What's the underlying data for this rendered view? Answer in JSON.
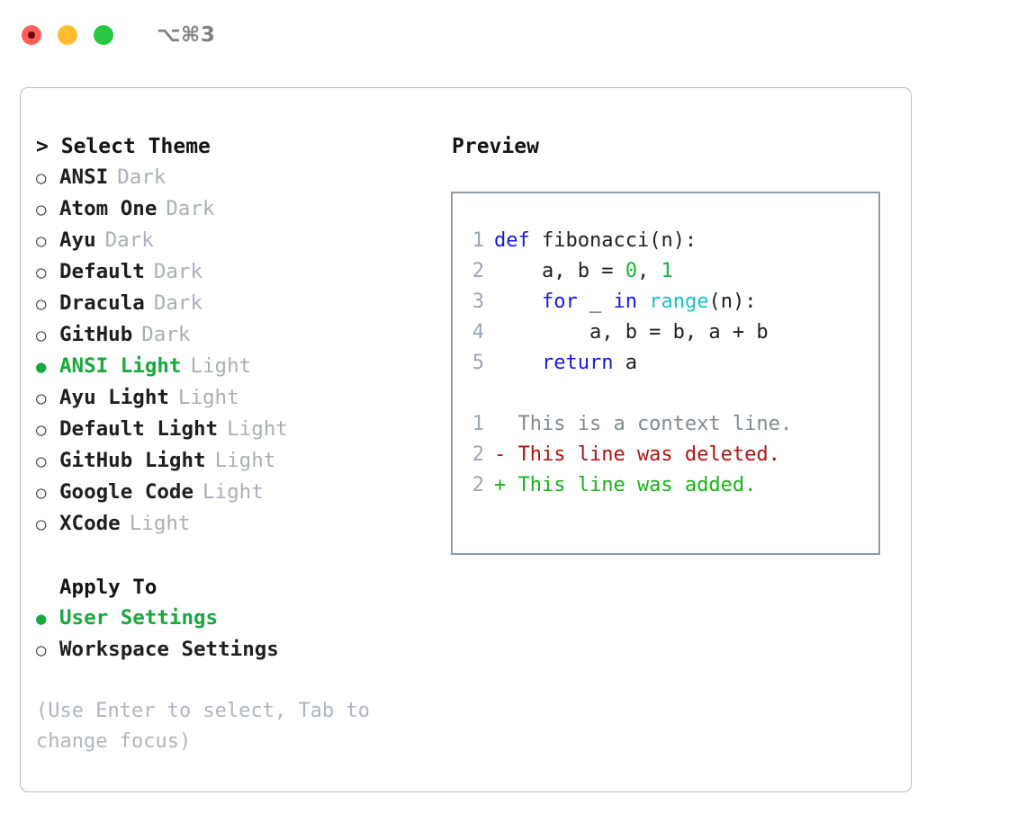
{
  "titlebar": {
    "shortcut": "⌥⌘3",
    "buttons": [
      {
        "name": "close",
        "color": "#ff6159"
      },
      {
        "name": "minimize",
        "color": "#ffbd2e"
      },
      {
        "name": "maximize",
        "color": "#28c840"
      }
    ]
  },
  "theme_section": {
    "caret": ">",
    "heading": "Select Theme",
    "options": [
      {
        "bullet": "○",
        "label": "ANSI",
        "tag": "Dark",
        "selected": false
      },
      {
        "bullet": "○",
        "label": "Atom One",
        "tag": "Dark",
        "selected": false
      },
      {
        "bullet": "○",
        "label": "Ayu",
        "tag": "Dark",
        "selected": false
      },
      {
        "bullet": "○",
        "label": "Default",
        "tag": "Dark",
        "selected": false
      },
      {
        "bullet": "○",
        "label": "Dracula",
        "tag": "Dark",
        "selected": false
      },
      {
        "bullet": "○",
        "label": "GitHub",
        "tag": "Dark",
        "selected": false
      },
      {
        "bullet": "●",
        "label": "ANSI Light",
        "tag": "Light",
        "selected": true
      },
      {
        "bullet": "○",
        "label": "Ayu Light",
        "tag": "Light",
        "selected": false
      },
      {
        "bullet": "○",
        "label": "Default Light",
        "tag": "Light",
        "selected": false
      },
      {
        "bullet": "○",
        "label": "GitHub Light",
        "tag": "Light",
        "selected": false
      },
      {
        "bullet": "○",
        "label": "Google Code",
        "tag": "Light",
        "selected": false
      },
      {
        "bullet": "○",
        "label": "XCode",
        "tag": "Light",
        "selected": false
      }
    ]
  },
  "apply_section": {
    "heading": "Apply To",
    "options": [
      {
        "bullet": "●",
        "label": "User Settings",
        "selected": true
      },
      {
        "bullet": "○",
        "label": "Workspace Settings",
        "selected": false
      }
    ]
  },
  "hint": "(Use Enter to select, Tab to change focus)",
  "preview": {
    "title": "Preview",
    "code_lines": [
      {
        "n": "1",
        "tokens": [
          {
            "t": "def",
            "c": "kw"
          },
          {
            "t": " fibonacci(n):",
            "c": "code-txt"
          }
        ]
      },
      {
        "n": "2",
        "tokens": [
          {
            "t": "    a, b = ",
            "c": "code-txt"
          },
          {
            "t": "0",
            "c": "num"
          },
          {
            "t": ", ",
            "c": "code-txt"
          },
          {
            "t": "1",
            "c": "num"
          }
        ]
      },
      {
        "n": "3",
        "tokens": [
          {
            "t": "    ",
            "c": "code-txt"
          },
          {
            "t": "for",
            "c": "kw"
          },
          {
            "t": " _ ",
            "c": "code-txt"
          },
          {
            "t": "in",
            "c": "kw"
          },
          {
            "t": " ",
            "c": "code-txt"
          },
          {
            "t": "range",
            "c": "fn"
          },
          {
            "t": "(n):",
            "c": "code-txt"
          }
        ]
      },
      {
        "n": "4",
        "tokens": [
          {
            "t": "        a, b = b, a + b",
            "c": "code-txt"
          }
        ]
      },
      {
        "n": "5",
        "tokens": [
          {
            "t": "    ",
            "c": "code-txt"
          },
          {
            "t": "return",
            "c": "kw"
          },
          {
            "t": " a",
            "c": "code-txt"
          }
        ]
      }
    ],
    "diff_lines": [
      {
        "n": "1",
        "text": "  This is a context line.",
        "kind": "diff-ctx"
      },
      {
        "n": "2",
        "text": "- This line was deleted.",
        "kind": "diff-del"
      },
      {
        "n": "2",
        "text": "+ This line was added.",
        "kind": "diff-add"
      }
    ]
  },
  "colors": {
    "accent_green": "#15aa3c",
    "keyword_blue": "#1717e8",
    "number_green": "#18b43a",
    "function_cyan": "#17c0d0",
    "diff_delete_red": "#b31212",
    "diff_add_green": "#17b317",
    "muted_gray": "#a8b0ba",
    "border_gray": "#b6bfcb",
    "preview_border": "#8e9bab"
  }
}
